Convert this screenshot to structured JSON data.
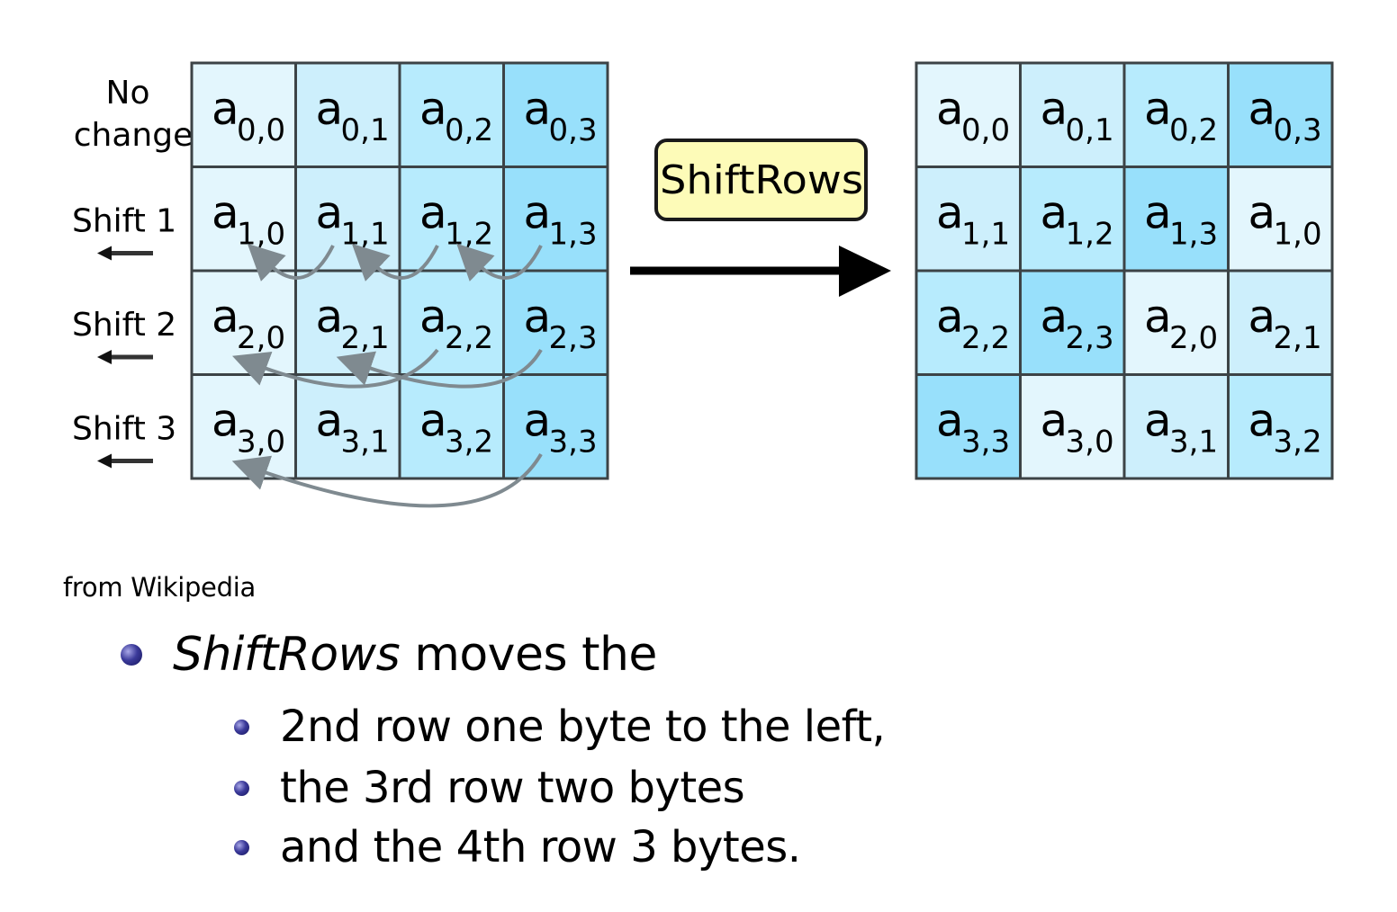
{
  "diagram": {
    "before_state": {
      "row_labels": [
        {
          "line1": "No",
          "line2": "change",
          "shift_arrow": false
        },
        {
          "line1": "Shift 1",
          "line2": "",
          "shift_arrow": true
        },
        {
          "line1": "Shift 2",
          "line2": "",
          "shift_arrow": true
        },
        {
          "line1": "Shift 3",
          "line2": "",
          "shift_arrow": true
        }
      ],
      "cells": [
        [
          {
            "sub": "0,0",
            "color": "#e3f6fd"
          },
          {
            "sub": "0,1",
            "color": "#cdeffc"
          },
          {
            "sub": "0,2",
            "color": "#b7ebfd"
          },
          {
            "sub": "0,3",
            "color": "#98e0fb"
          }
        ],
        [
          {
            "sub": "1,0",
            "color": "#e3f6fd"
          },
          {
            "sub": "1,1",
            "color": "#cdeffc"
          },
          {
            "sub": "1,2",
            "color": "#b7ebfd"
          },
          {
            "sub": "1,3",
            "color": "#98e0fb"
          }
        ],
        [
          {
            "sub": "2,0",
            "color": "#e3f6fd"
          },
          {
            "sub": "2,1",
            "color": "#cdeffc"
          },
          {
            "sub": "2,2",
            "color": "#b7ebfd"
          },
          {
            "sub": "2,3",
            "color": "#98e0fb"
          }
        ],
        [
          {
            "sub": "3,0",
            "color": "#e3f6fd"
          },
          {
            "sub": "3,1",
            "color": "#cdeffc"
          },
          {
            "sub": "3,2",
            "color": "#b7ebfd"
          },
          {
            "sub": "3,3",
            "color": "#98e0fb"
          }
        ]
      ]
    },
    "operation_label": "ShiftRows",
    "after_state": {
      "cells": [
        [
          {
            "sub": "0,0",
            "color": "#e3f6fd"
          },
          {
            "sub": "0,1",
            "color": "#cdeffc"
          },
          {
            "sub": "0,2",
            "color": "#b7ebfd"
          },
          {
            "sub": "0,3",
            "color": "#98e0fb"
          }
        ],
        [
          {
            "sub": "1,1",
            "color": "#cdeffc"
          },
          {
            "sub": "1,2",
            "color": "#b7ebfd"
          },
          {
            "sub": "1,3",
            "color": "#98e0fb"
          },
          {
            "sub": "1,0",
            "color": "#e3f6fd"
          }
        ],
        [
          {
            "sub": "2,2",
            "color": "#b7ebfd"
          },
          {
            "sub": "2,3",
            "color": "#98e0fb"
          },
          {
            "sub": "2,0",
            "color": "#e3f6fd"
          },
          {
            "sub": "2,1",
            "color": "#cdeffc"
          }
        ],
        [
          {
            "sub": "3,3",
            "color": "#98e0fb"
          },
          {
            "sub": "3,0",
            "color": "#e3f6fd"
          },
          {
            "sub": "3,1",
            "color": "#cdeffc"
          },
          {
            "sub": "3,2",
            "color": "#b7ebfd"
          }
        ]
      ]
    },
    "cell_symbol": "a",
    "colors": {
      "grid_line": "#3c4346",
      "label_fill": "#fdfbb8",
      "curve_arrow": "#7f8a90",
      "main_arrow": "#000000"
    }
  },
  "caption": "from Wikipedia",
  "bullets": {
    "main": {
      "italic": "ShiftRows",
      "rest": " moves the"
    },
    "sub": [
      "2nd row one byte to the left,",
      "the 3rd row two bytes",
      "and the 4th row 3 bytes."
    ]
  }
}
